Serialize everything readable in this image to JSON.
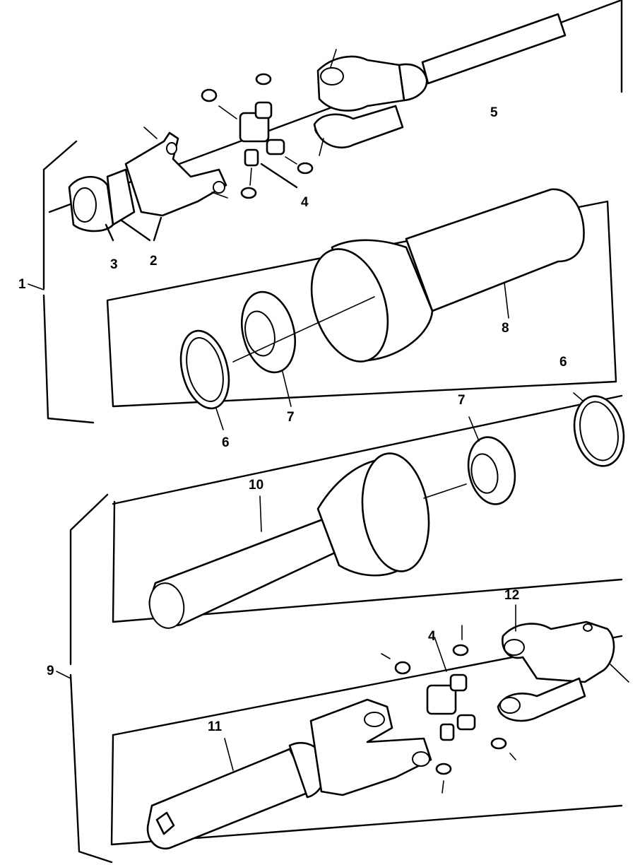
{
  "diagram": {
    "callouts": {
      "c1": "1",
      "c2": "2",
      "c3": "3",
      "c4a": "4",
      "c4b": "4",
      "c5": "5",
      "c6a": "6",
      "c6b": "6",
      "c7a": "7",
      "c7b": "7",
      "c8": "8",
      "c9": "9",
      "c10": "10",
      "c11": "11",
      "c12": "12"
    }
  }
}
